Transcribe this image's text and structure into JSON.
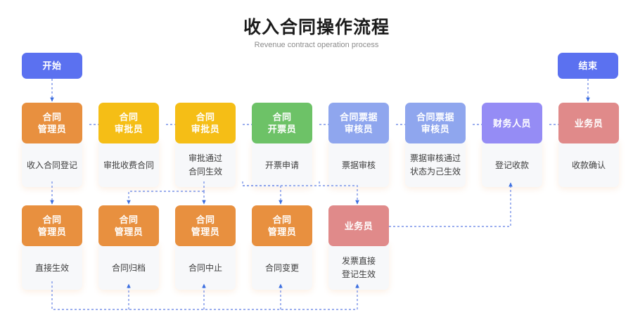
{
  "title": {
    "main": "收入合同操作流程",
    "sub": "Revenue contract operation process"
  },
  "colors": {
    "blue": "#5B71F0",
    "orange": "#E8903F",
    "yellow": "#F5BE16",
    "green": "#6DC267",
    "periwinkle": "#8FA6EE",
    "purple": "#958CF5",
    "salmon": "#E08A8A",
    "bottom_orange": "#E8903F",
    "bottom_salmon": "#E08A8A",
    "body_bg": "#F7F8FA",
    "connector": "#7A94E8",
    "arrow": "#3C6FE0"
  },
  "terminals": {
    "start": {
      "label": "开始",
      "color": "#5B71F0"
    },
    "end": {
      "label": "结束",
      "color": "#5B71F0"
    }
  },
  "main_row": [
    {
      "role": "合同\n管理员",
      "role_lines": [
        "合同",
        "管理员"
      ],
      "action_lines": [
        "收入合同登记"
      ],
      "color": "#E8903F"
    },
    {
      "role": "合同\n审批员",
      "role_lines": [
        "合同",
        "审批员"
      ],
      "action_lines": [
        "审批收费合同"
      ],
      "color": "#F5BE16"
    },
    {
      "role": "合同\n审批员",
      "role_lines": [
        "合同",
        "审批员"
      ],
      "action_lines": [
        "审批通过",
        "合同生效"
      ],
      "color": "#F5BE16"
    },
    {
      "role": "合同\n开票员",
      "role_lines": [
        "合同",
        "开票员"
      ],
      "action_lines": [
        "开票申请"
      ],
      "color": "#6DC267"
    },
    {
      "role": "合同票据\n审核员",
      "role_lines": [
        "合同票据",
        "审核员"
      ],
      "action_lines": [
        "票据审核"
      ],
      "color": "#8FA6EE"
    },
    {
      "role": "合同票据\n审核员",
      "role_lines": [
        "合同票据",
        "审核员"
      ],
      "action_lines": [
        "票据审核通过",
        "状态为己生效"
      ],
      "color": "#8FA6EE"
    },
    {
      "role": "财务人员",
      "role_lines": [
        "财务人员"
      ],
      "action_lines": [
        "登记收款"
      ],
      "color": "#958CF5"
    },
    {
      "role": "业务员",
      "role_lines": [
        "业务员"
      ],
      "action_lines": [
        "收款确认"
      ],
      "color": "#E08A8A"
    }
  ],
  "bottom_row": [
    {
      "role": "合同\n管理员",
      "role_lines": [
        "合同",
        "管理员"
      ],
      "action_lines": [
        "直接生效"
      ],
      "color": "#E8903F"
    },
    {
      "role": "合同\n管理员",
      "role_lines": [
        "合同",
        "管理员"
      ],
      "action_lines": [
        "合同归档"
      ],
      "color": "#E8903F"
    },
    {
      "role": "合同\n管理员",
      "role_lines": [
        "合同",
        "管理员"
      ],
      "action_lines": [
        "合同中止"
      ],
      "color": "#E8903F"
    },
    {
      "role": "合同\n管理员",
      "role_lines": [
        "合同",
        "管理员"
      ],
      "action_lines": [
        "合同变更"
      ],
      "color": "#E8903F"
    },
    {
      "role": "业务员",
      "role_lines": [
        "业务员"
      ],
      "action_lines": [
        "发票直接",
        "登记生效"
      ],
      "color": "#E08A8A"
    }
  ]
}
